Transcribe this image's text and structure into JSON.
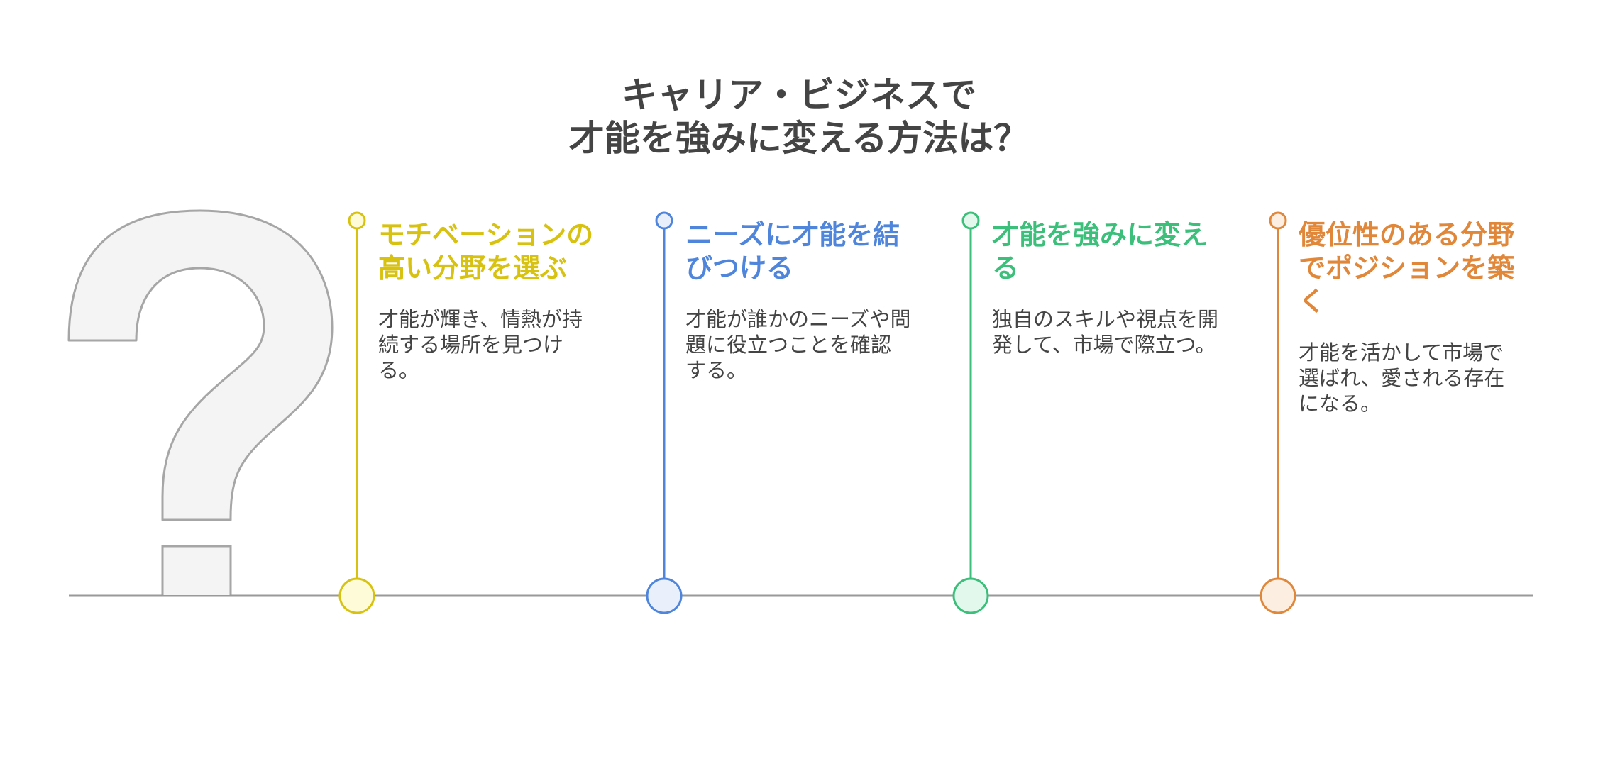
{
  "title": {
    "line1": "キャリア・ビジネスで",
    "line2": "才能を強みに変える方法は？"
  },
  "colors": {
    "text": "#444444",
    "baseline": "#999999",
    "question_mark_fill": "#f4f4f4",
    "question_mark_stroke": "#a6a6a6"
  },
  "steps": [
    {
      "heading_line1": "モチベーションの",
      "heading_line2": "高い分野を選ぶ",
      "heading_line3": "",
      "desc_line1": "才能が輝き、情熱が持",
      "desc_line2": "続する場所を見つけ",
      "desc_line3": "る。",
      "color": "#d8c211",
      "fill": "#fdfbd8"
    },
    {
      "heading_line1": "ニーズに才能を結",
      "heading_line2": "びつける",
      "heading_line3": "",
      "desc_line1": "才能が誰かのニーズや問",
      "desc_line2": "題に役立つことを確認",
      "desc_line3": "する。",
      "color": "#4f86dc",
      "fill": "#e9f0fc"
    },
    {
      "heading_line1": "才能を強みに変え",
      "heading_line2": "る",
      "heading_line3": "",
      "desc_line1": "独自のスキルや視点を開",
      "desc_line2": "発して、市場で際立つ。",
      "desc_line3": "",
      "color": "#3cbf7a",
      "fill": "#e3f8ec"
    },
    {
      "heading_line1": "優位性のある分野",
      "heading_line2": "でポジションを築",
      "heading_line3": "く",
      "desc_line1": "才能を活かして市場で",
      "desc_line2": "選ばれ、愛される存在",
      "desc_line3": "になる。",
      "color": "#e0873a",
      "fill": "#fdeee2"
    }
  ]
}
